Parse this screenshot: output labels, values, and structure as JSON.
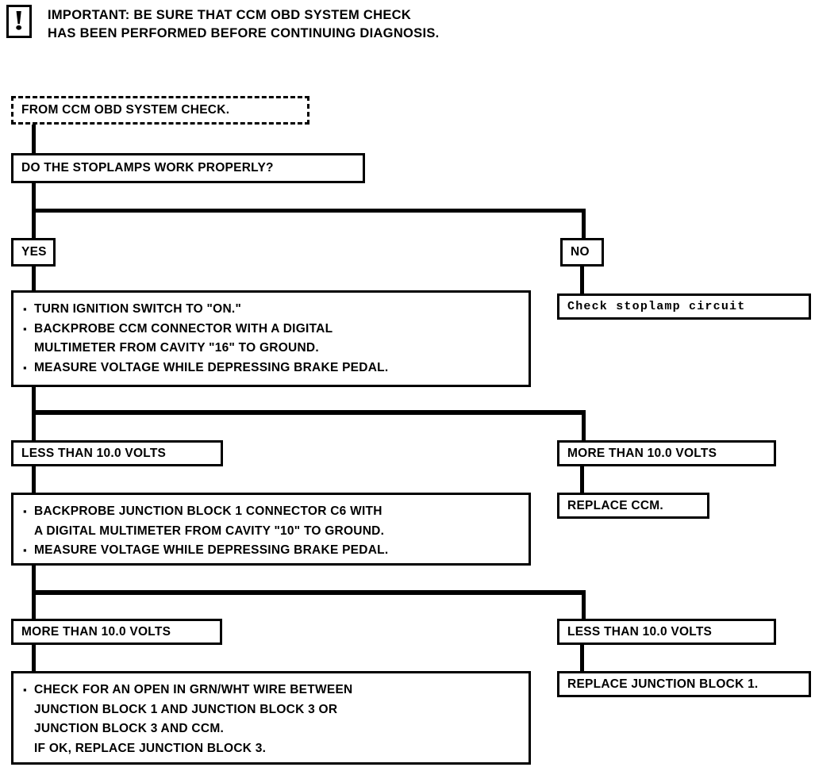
{
  "header": {
    "icon": "warning-exclamation-icon",
    "text": "IMPORTANT: BE SURE THAT CCM OBD SYSTEM CHECK\nHAS BEEN PERFORMED BEFORE CONTINUING DIAGNOSIS."
  },
  "nodes": {
    "start": {
      "label": "FROM CCM OBD SYSTEM CHECK."
    },
    "question": {
      "label": "DO THE STOPLAMPS WORK PROPERLY?"
    },
    "branch_yes": {
      "label": "YES"
    },
    "branch_no": {
      "label": "NO"
    },
    "check_stoplamp": {
      "label": "Check stoplamp circuit"
    },
    "step1": {
      "bullets": [
        "TURN IGNITION SWITCH TO \"ON.\"",
        "BACKPROBE CCM CONNECTOR WITH A DIGITAL\nMULTIMETER FROM CAVITY \"16\" TO GROUND.",
        "MEASURE VOLTAGE WHILE DEPRESSING BRAKE PEDAL."
      ]
    },
    "less_than_1": {
      "label": "LESS THAN 10.0 VOLTS"
    },
    "more_than_1": {
      "label": "MORE THAN 10.0 VOLTS"
    },
    "replace_ccm": {
      "label": "REPLACE CCM."
    },
    "step2": {
      "bullets": [
        "BACKPROBE JUNCTION BLOCK 1 CONNECTOR C6 WITH\nA DIGITAL MULTIMETER FROM CAVITY \"10\" TO GROUND.",
        "MEASURE VOLTAGE WHILE DEPRESSING BRAKE PEDAL."
      ]
    },
    "more_than_2": {
      "label": "MORE THAN 10.0 VOLTS"
    },
    "less_than_2": {
      "label": "LESS THAN 10.0 VOLTS"
    },
    "replace_jb1": {
      "label": "REPLACE JUNCTION BLOCK 1."
    },
    "step3": {
      "bullets": [
        "CHECK FOR AN OPEN IN GRN/WHT WIRE BETWEEN\nJUNCTION BLOCK 1 AND JUNCTION BLOCK 3 OR\nJUNCTION BLOCK 3 AND CCM.\nIF OK, REPLACE JUNCTION BLOCK 3."
      ]
    }
  },
  "colors": {
    "ink": "#000000",
    "paper": "#ffffff"
  }
}
